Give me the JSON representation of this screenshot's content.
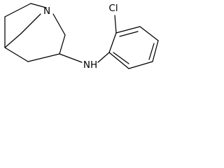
{
  "structure": {
    "atom_labels": {
      "bridgehead_nitrogen": "N",
      "amine_nitrogen": "NH",
      "chlorine": "Cl"
    }
  }
}
